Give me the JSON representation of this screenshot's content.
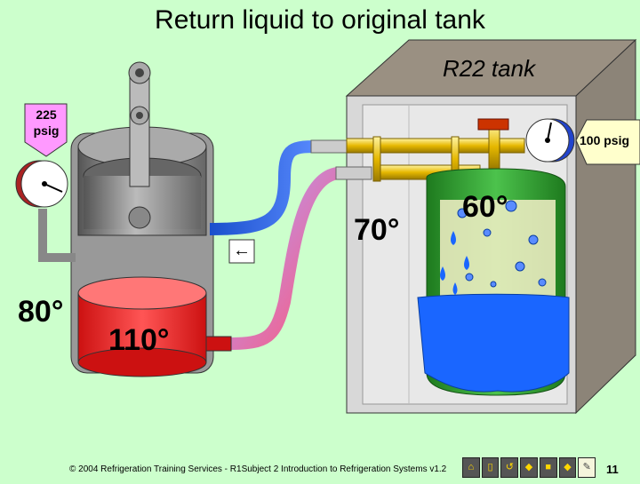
{
  "slide": {
    "title": "Return liquid to original tank",
    "tank_label": "R22 tank",
    "compressor_gauge": "225 psig",
    "tank_gauge": "100 psig",
    "temp_ambient_left": "80°",
    "temp_compressor_liquid": "110°",
    "temp_box": "70°",
    "temp_tank": "60°",
    "flow_arrow": "←",
    "footer": "© 2004 Refrigeration Training Services - R1Subject 2 Introduction to Refrigeration Systems v1.2",
    "page_number": "11"
  },
  "nav": {
    "buttons": [
      {
        "name": "home-icon",
        "glyph": "⌂"
      },
      {
        "name": "page-icon",
        "glyph": "▯"
      },
      {
        "name": "return-icon",
        "glyph": "↺"
      },
      {
        "name": "diamond-icon",
        "glyph": "◆"
      },
      {
        "name": "stop-icon",
        "glyph": "■"
      },
      {
        "name": "next-icon",
        "glyph": "◆"
      },
      {
        "name": "pencil-icon",
        "glyph": "✎"
      }
    ]
  },
  "colors": {
    "background": "#ccffcc",
    "liquid_red": "#ff3333",
    "liquid_blue": "#1a66ff",
    "tank_green": "#2d9b2d",
    "brass": "#e6b800"
  }
}
